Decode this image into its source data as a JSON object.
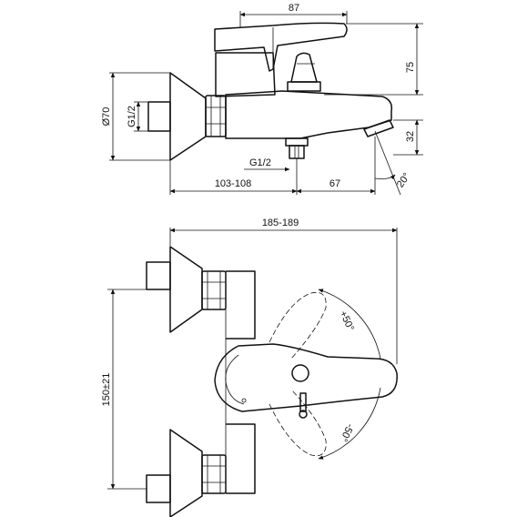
{
  "dimensions": {
    "width_87": "87",
    "height_75": "75",
    "height_32": "32",
    "diameter_70": "Ø70",
    "thread_g12_inlet": "G1/2",
    "thread_g12_outlet": "G1/2",
    "depth_103_108": "103-108",
    "length_67": "67",
    "angle_20": "20°",
    "width_185_189": "185-189",
    "spacing_150": "150±21",
    "angle_plus_50": "+50°",
    "angle_minus_50": "-50°"
  }
}
